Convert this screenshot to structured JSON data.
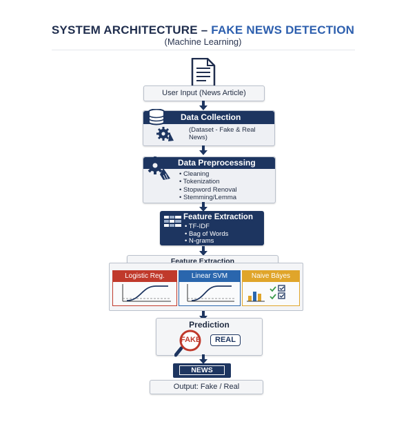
{
  "title": {
    "main": "SYSTEM ARCHITECTURE – ",
    "accent": "FAKE NEWS DETECTION",
    "sub": "(Machine Learning)"
  },
  "steps": {
    "input": {
      "label": "User Input (News Article)"
    },
    "collection": {
      "title": "Data Collection",
      "desc": "(Dataset - Fake & Real News)"
    },
    "preprocessing": {
      "title": "Data Preprocessing",
      "items": [
        "Cleaning",
        "Tokenization",
        "Stopword Renoval",
        "Stemming/Lemma"
      ]
    },
    "feature": {
      "title": "Feature Extraction",
      "items": [
        "TF-IDF",
        "Bag of Words",
        "N-grams"
      ]
    },
    "models": {
      "title": "Feature Extraction",
      "items": [
        {
          "label": "Logistic Reg.",
          "color": "#c0392b"
        },
        {
          "label": "Linear SVM",
          "color": "#2a66ad"
        },
        {
          "label": "Naive Báyes",
          "color": "#e0a52a"
        }
      ]
    },
    "prediction": {
      "title": "Prediction",
      "fake": "FAKE",
      "real": "REAL"
    },
    "output": {
      "screen": "NEWS",
      "label": "Output: Fake / Real"
    }
  },
  "colors": {
    "navy": "#1d3560",
    "accent": "#2d5fae",
    "fake_red": "#c0392b"
  }
}
